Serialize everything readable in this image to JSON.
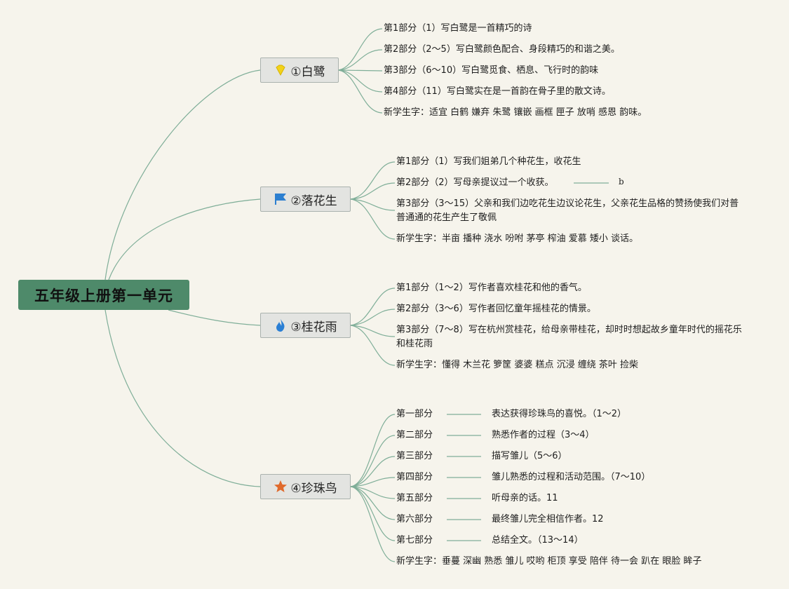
{
  "root": {
    "title": "五年级上册第一单元"
  },
  "topics": [
    {
      "title": "①白鹭",
      "icon": "gem-icon",
      "children": [
        "第1部分（1）写白鹭是一首精巧的诗",
        "第2部分（2～5）写白鹭颜色配合、身段精巧的和谐之美。",
        "第3部分（6～10）写白鹭觅食、栖息、飞行时的韵味",
        "第4部分（11）写白鹭实在是一首韵在骨子里的散文诗。",
        "新学生字：适宜 白鹤 嫌弃 朱鹭 镶嵌 画框 匣子 放哨 感恩 韵味。"
      ]
    },
    {
      "title": "②落花生",
      "icon": "flag-icon",
      "children": [
        "第1部分（1）写我们姐弟几个种花生，收花生",
        "第2部分（2）写母亲提议过一个收获。",
        "第3部分（3～15）父亲和我们边吃花生边议论花生，父亲花生品格的赞扬使我们对普普通通的花生产生了敬佩",
        "新学生字：半亩 播种 浇水 吩咐 茅亭 榨油 爱慕 矮小 谈话。"
      ],
      "stray_label": "b"
    },
    {
      "title": "③桂花雨",
      "icon": "flame-icon",
      "children": [
        "第1部分（1～2）写作者喜欢桂花和他的香气。",
        "第2部分（3～6）写作者回忆童年摇桂花的情景。",
        "第3部分（7～8）写在杭州赏桂花，给母亲带桂花，却时时想起故乡童年时代的摇花乐和桂花雨",
        "新学生字：懂得 木兰花 箩筐 婆婆 糕点 沉浸 缠绕 茶叶 捡柴"
      ]
    },
    {
      "title": "④珍珠鸟",
      "icon": "star-icon",
      "parts": [
        {
          "label": "第一部分",
          "detail": "表达获得珍珠鸟的喜悦。（1～2）"
        },
        {
          "label": "第二部分",
          "detail": "熟悉作者的过程（3～4）"
        },
        {
          "label": "第三部分",
          "detail": "描写雏儿（5～6）"
        },
        {
          "label": "第四部分",
          "detail": "雏儿熟悉的过程和活动范围。（7～10）"
        },
        {
          "label": "第五部分",
          "detail": "听母亲的话。11"
        },
        {
          "label": "第六部分",
          "detail": "最终雏儿完全相信作者。12"
        },
        {
          "label": "第七部分",
          "detail": "总结全文。（13～14）"
        }
      ],
      "vocab": "新学生字：垂蔓 深幽 熟悉 雏儿 哎哟 柜顶 享受 陪伴 待一会 趴在 眼脸 眸子"
    }
  ],
  "colors": {
    "root_bg": "#4e8a6a",
    "line": "#7fae98",
    "topic_bg": "#e3e4e1",
    "background": "#f6f4ec"
  }
}
